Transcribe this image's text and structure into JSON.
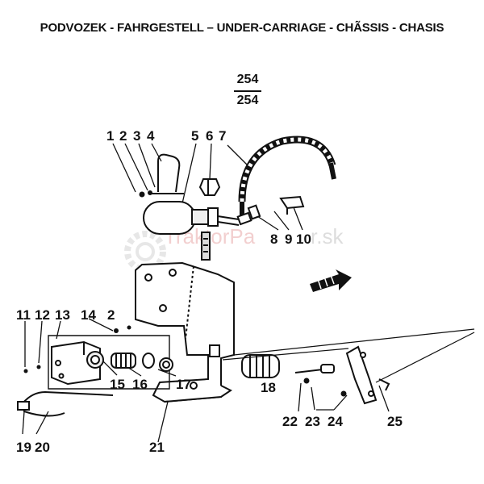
{
  "header": {
    "title": "PODVOZEK - FAHRGESTELL – UNDER-CARRIAGE - CHÃSSIS - CHASIS",
    "page_top": "254",
    "page_bottom": "254"
  },
  "watermark": {
    "brand": "TraktorPa",
    "suffix": "r.sk"
  },
  "callouts": [
    {
      "id": "1",
      "text": "1"
    },
    {
      "id": "2",
      "text": "2"
    },
    {
      "id": "3",
      "text": "3"
    },
    {
      "id": "4",
      "text": "4"
    },
    {
      "id": "5",
      "text": "5"
    },
    {
      "id": "6",
      "text": "6"
    },
    {
      "id": "7",
      "text": "7"
    },
    {
      "id": "8",
      "text": "8"
    },
    {
      "id": "9",
      "text": "9"
    },
    {
      "id": "10",
      "text": "10"
    },
    {
      "id": "11",
      "text": "11"
    },
    {
      "id": "12",
      "text": "12"
    },
    {
      "id": "13",
      "text": "13"
    },
    {
      "id": "14",
      "text": "14"
    },
    {
      "id": "2b",
      "text": "2"
    },
    {
      "id": "15",
      "text": "15"
    },
    {
      "id": "16",
      "text": "16"
    },
    {
      "id": "17",
      "text": "17"
    },
    {
      "id": "18",
      "text": "18"
    },
    {
      "id": "19",
      "text": "19"
    },
    {
      "id": "20",
      "text": "20"
    },
    {
      "id": "21",
      "text": "21"
    },
    {
      "id": "22",
      "text": "22"
    },
    {
      "id": "23",
      "text": "23"
    },
    {
      "id": "24",
      "text": "24"
    },
    {
      "id": "25",
      "text": "25"
    }
  ]
}
